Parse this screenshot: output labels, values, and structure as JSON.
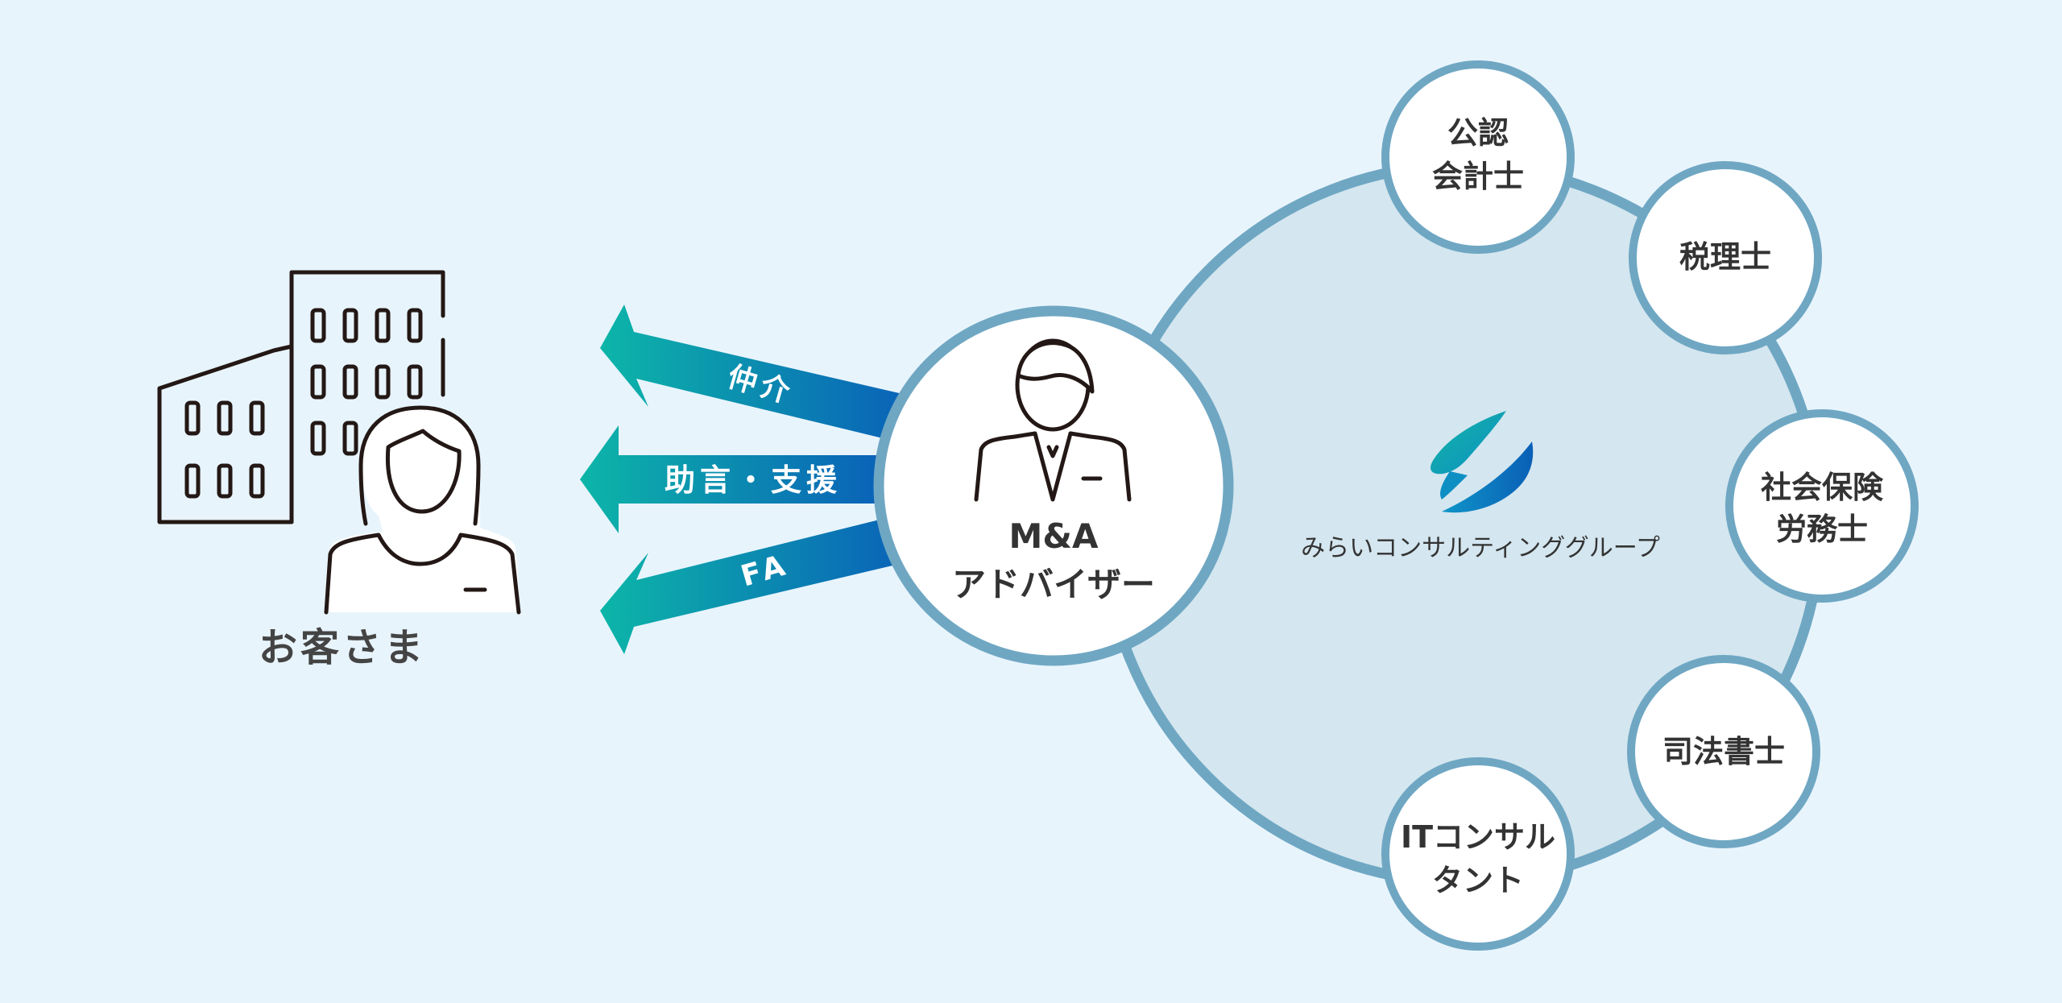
{
  "customer": {
    "label": "お客さま"
  },
  "arrows": [
    {
      "label": "仲介"
    },
    {
      "label": "助言・支援"
    },
    {
      "label": "FA"
    }
  ],
  "advisor": {
    "line1": "M&A",
    "line2": "アドバイザー"
  },
  "group": {
    "name": "みらいコンサルティンググループ"
  },
  "specialists": [
    {
      "line1": "公認",
      "line2": "会計士"
    },
    {
      "line1": "税理士",
      "line2": ""
    },
    {
      "line1": "社会保険",
      "line2": "労務士"
    },
    {
      "line1": "司法書士",
      "line2": ""
    },
    {
      "line1": "ITコンサル",
      "line2": "タント"
    }
  ],
  "colors": {
    "background": "#E8F4FC",
    "ring": "#6FA7C3",
    "group_fill": "#D4E6EF",
    "arrow_start": "#0CB6A8",
    "arrow_end": "#0A62B8",
    "icon_stroke": "#231815"
  }
}
